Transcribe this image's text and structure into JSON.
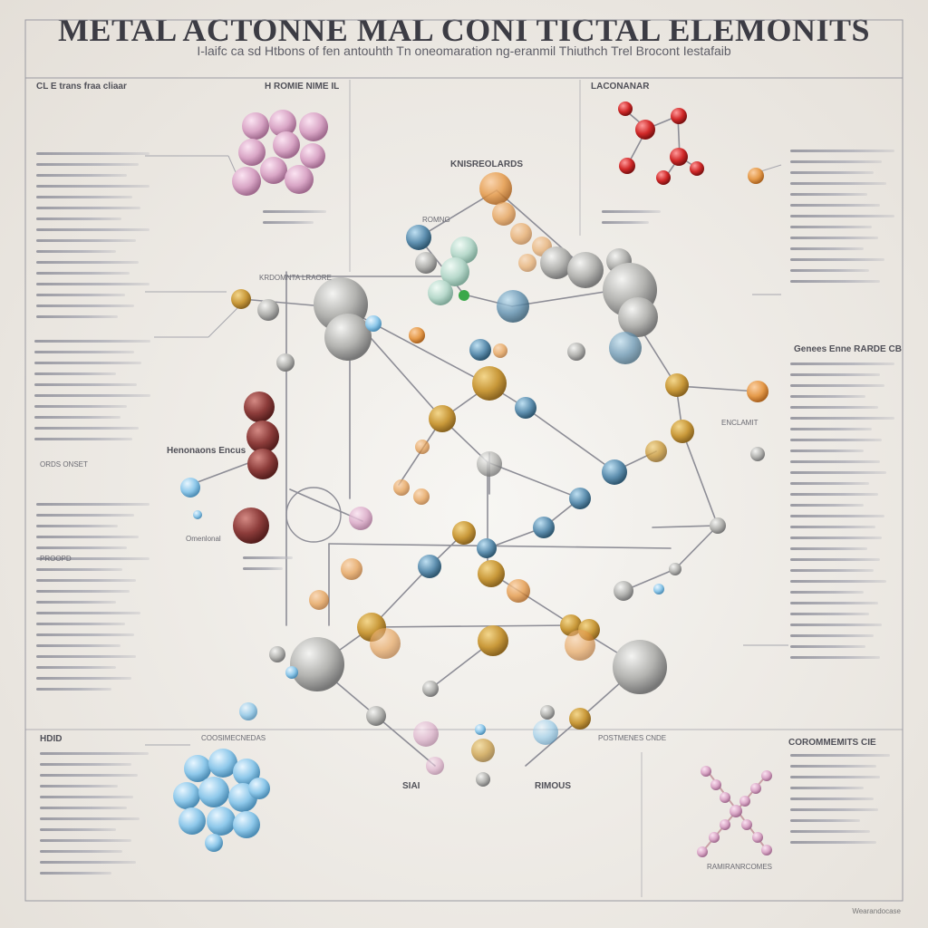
{
  "poster": {
    "title": "METAL ACTONNE MAL CONI TICTAL ELEMONITS",
    "subtitle": "I-laifc ca sd Htbons of fen antouhth Tn oneomaration ng-eranmil Thiuthch Trel Brocont Iestafaib",
    "footer": "Wearandocase"
  },
  "labels": {
    "top_left_section": "CL E trans fraa cliaar",
    "top_center_section": "H ROMIE NIME IL",
    "top_right_section": "LACONANAR",
    "center_top": "KNISREOLARDS",
    "small_center_1": "ROMNG",
    "small_center_2": "KRDOMNTA LRAORE",
    "left_mid_1": "Henonaons Encus",
    "left_mid_2": "Omenlonal",
    "left_mid_3": "ORDS ONSET",
    "left_mid_4": "PROOPD",
    "right_mid": "Genees Enne RARDE CB",
    "right_mid_small": "ENCLAMIT",
    "bottom_left_section": "HDID",
    "bottom_left_center": "COOSIMECNEDAS",
    "bottom_center_right": "POSTMENES CNDE",
    "bottom_right_section": "COROMMEMITS CIE",
    "bottom_bottom_left": "SIAI",
    "bottom_bottom_right": "RIMOUS",
    "bottom_right_caption": "RAMIRANRCOMES"
  },
  "colors": {
    "gold": "#c9993a",
    "blue": "#5f90b0",
    "gray": "#b3b3b0",
    "red": "#8c3c3a",
    "pink": "#d9a6c6",
    "lightblue": "#8ec8ea",
    "orange": "#e59a4a"
  }
}
